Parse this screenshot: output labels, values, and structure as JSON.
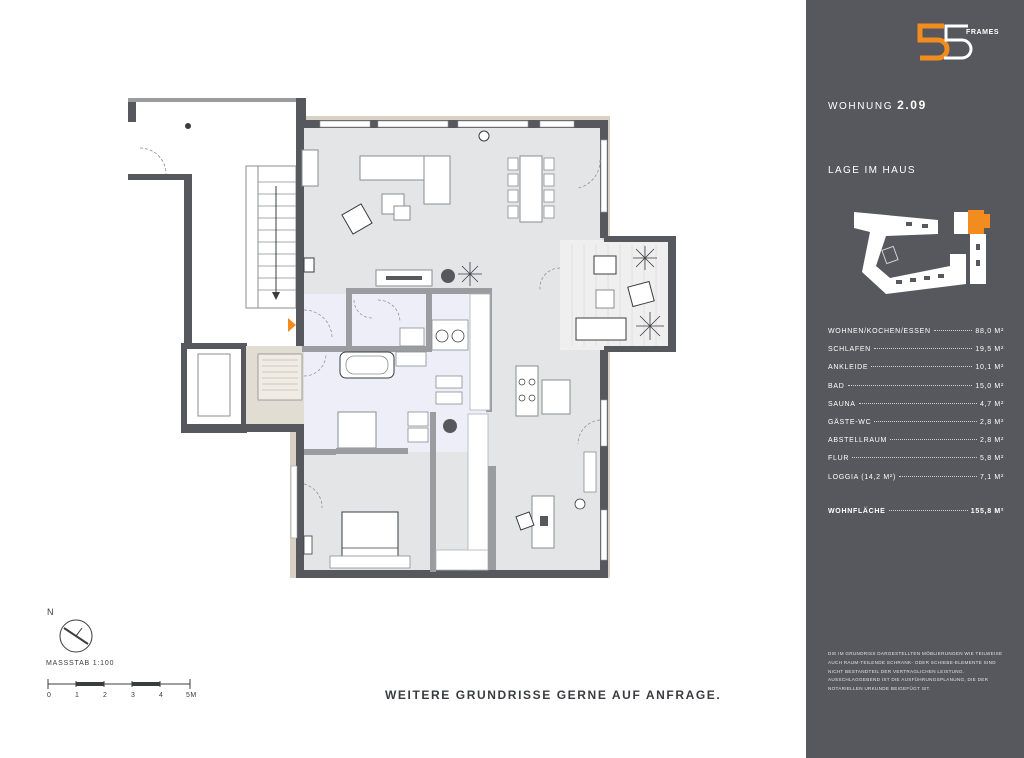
{
  "brand": {
    "logo_digits": "55",
    "logo_word": "FRAMES",
    "accent_color": "#f28c1e"
  },
  "apartment": {
    "label": "WOHNUNG",
    "number": "2.09"
  },
  "location": {
    "label": "LAGE IM HAUS"
  },
  "rooms": [
    {
      "name": "WOHNEN/KOCHEN/ESSEN",
      "area": "88,0 M²"
    },
    {
      "name": "SCHLAFEN",
      "area": "19,5 M²"
    },
    {
      "name": "ANKLEIDE",
      "area": "10,1 M²"
    },
    {
      "name": "BAD",
      "area": "15,0 M²"
    },
    {
      "name": "SAUNA",
      "area": "4,7 M²"
    },
    {
      "name": "GÄSTE-WC",
      "area": "2,8 M²"
    },
    {
      "name": "ABSTELLRAUM",
      "area": "2,8 M²"
    },
    {
      "name": "FLUR",
      "area": "5,8 M²"
    },
    {
      "name": "LOGGIA (14,2 M²)",
      "area": "7,1 M²"
    }
  ],
  "total": {
    "name": "WOHNFLÄCHE",
    "area": "155,8 M²"
  },
  "disclaimer": "DIE IM GRUNDRISS DARGESTELLTEN MÖBLIERUNGEN WIE TEILWEISE AUCH RAUM-TEILENDE SCHRANK- ODER SCHIEBE-ELEMENTE SIND NICHT BESTANDTEIL DER VERTRAGLICHEN LEISTUNG. AUSSCHLAGGEBEND IST DIE AUSFÜHRUNGSPLANUNG, DIE DER NOTARIELLEN URKUNDE BEIGEFÜGT IST.",
  "compass": {
    "label": "N"
  },
  "scale": {
    "label": "MASSSTAB 1:100",
    "ticks": [
      "0",
      "1",
      "2",
      "3",
      "4",
      "5M"
    ]
  },
  "note": "WEITERE GRUNDRISSE GERNE AUF ANFRAGE."
}
